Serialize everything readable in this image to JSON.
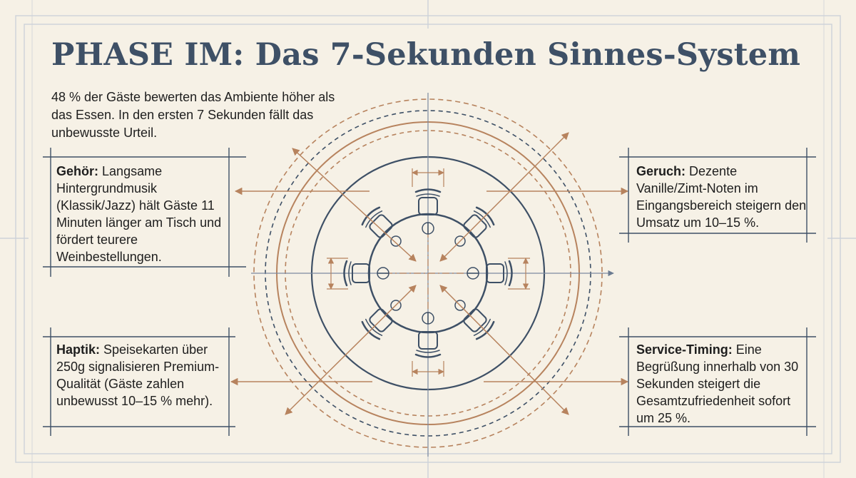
{
  "title": "PHASE IM: Das 7-Sekunden Sinnes-System",
  "intro": "48 % der Gäste bewerten das Ambiente höher als das Essen. In den ersten 7 Sekunden fällt das unbewusste Urteil.",
  "senses": {
    "gehoer": {
      "label": "Gehör:",
      "text": "Langsame Hintergrundmusik (Klassik/Jazz) hält Gäste 11 Minuten länger am Tisch und fördert teurere Weinbestellungen."
    },
    "geruch": {
      "label": "Geruch:",
      "text": "Dezente Vanille/Zimt-Noten im Eingangsbereich steigern den Umsatz um 10–15 %."
    },
    "haptik": {
      "label": "Haptik:",
      "text": "Speisekarten über 250g signalisieren Premium-Qualität (Gäste zahlen unbewusst 10–15 % mehr)."
    },
    "service": {
      "label": "Service-Timing:",
      "text": "Eine Begrüßung innerhalb von 30 Sekunden steigert die Gesamtzufriedenheit sofort um 25 %."
    }
  },
  "colors": {
    "background": "#f6f1e6",
    "navy": "#3e5066",
    "copper": "#b7835e",
    "grid": "#cfd3da"
  }
}
